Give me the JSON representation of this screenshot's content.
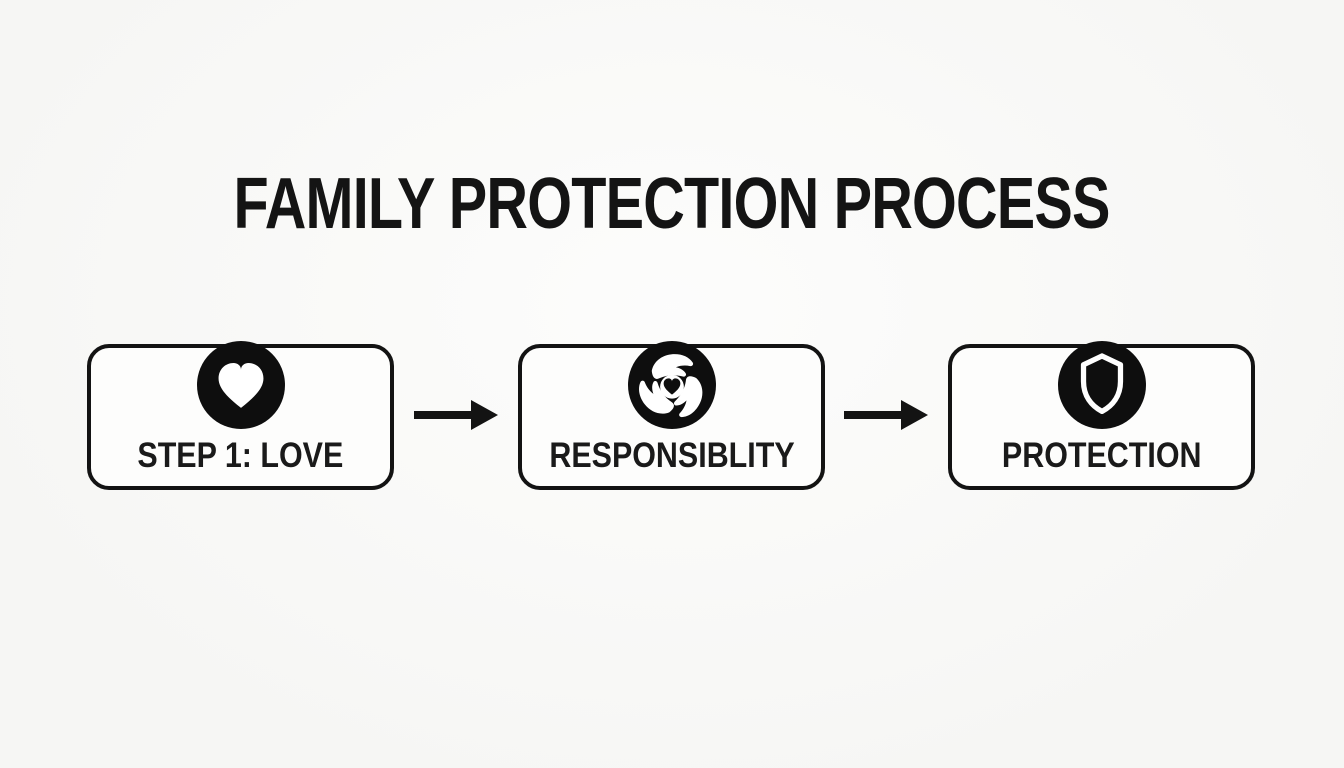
{
  "title": "FAMILY PROTECTION PROCESS",
  "diagram_type": "process-flow",
  "colors": {
    "background": "#f9f9f7",
    "ink": "#131313",
    "box_background": "#fdfdfc",
    "icon_circle": "#0e0e0e",
    "icon_glyph": "#ffffff"
  },
  "steps": [
    {
      "label": "STEP 1: LOVE",
      "icon": "heart-icon"
    },
    {
      "label": "RESPONSIBLITY",
      "icon": "hands-care-icon"
    },
    {
      "label": "PROTECTION",
      "icon": "shield-icon"
    }
  ],
  "connectors": [
    {
      "type": "arrow-right",
      "from": "STEP 1: LOVE",
      "to": "RESPONSIBLITY"
    },
    {
      "type": "arrow-right",
      "from": "RESPONSIBLITY",
      "to": "PROTECTION"
    }
  ]
}
